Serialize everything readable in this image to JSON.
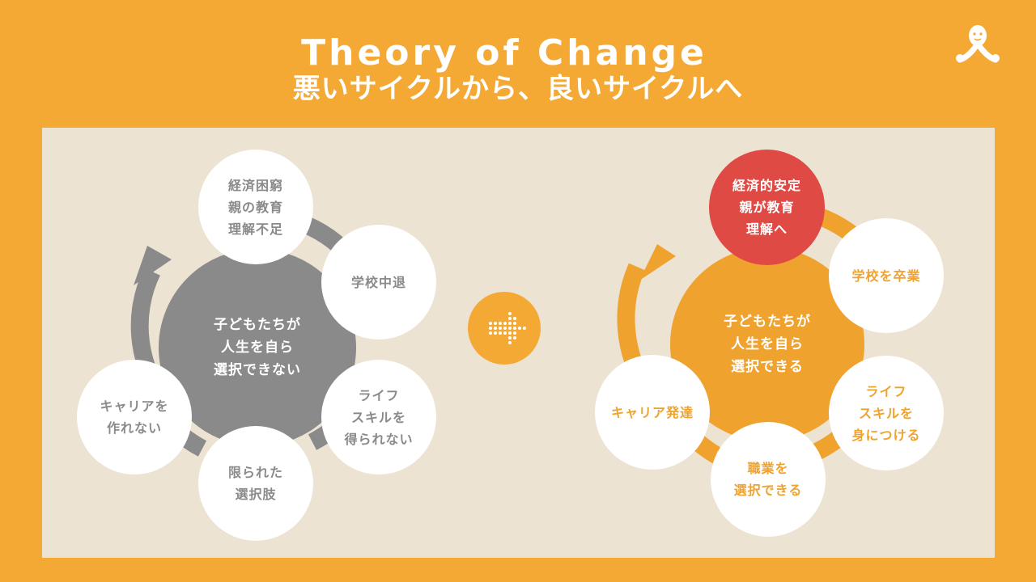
{
  "header": {
    "title_en": "Theory of Change",
    "title_jp": "悪いサイクルから、良いサイクルへ"
  },
  "colors": {
    "background": "#F4A935",
    "panel": "#EDE3D3",
    "bad_cycle": "#8A8A8A",
    "good_cycle": "#EFA32E",
    "highlight": "#E04A45",
    "node_fill": "#FFFFFF"
  },
  "logo": {
    "icon": "person-ribbon-logo"
  },
  "bad_cycle": {
    "center": "子どもたちが\n人生を自ら\n選択できない",
    "nodes": [
      "経済困窮\n親の教育\n理解不足",
      "学校中退",
      "ライフ\nスキルを\n得られない",
      "限られた\n選択肢",
      "キャリアを\n作れない"
    ]
  },
  "transition": {
    "icon": "dotted-arrow-right-icon"
  },
  "good_cycle": {
    "center": "子どもたちが\n人生を自ら\n選択できる",
    "nodes": [
      "経済的安定\n親が教育\n理解へ",
      "学校を卒業",
      "ライフ\nスキルを\n身につける",
      "職業を\n選択できる",
      "キャリア発達"
    ]
  }
}
